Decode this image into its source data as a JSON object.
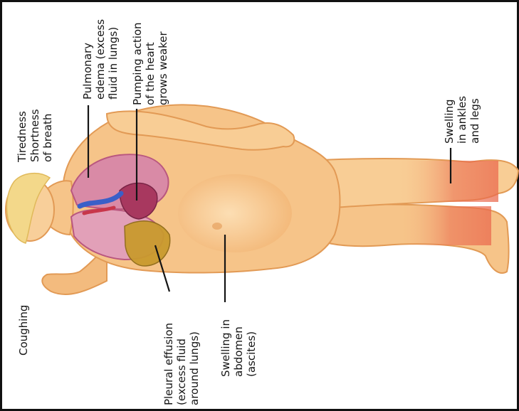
{
  "labels": {
    "tiredness": [
      "Tiredness",
      "Shortness",
      "of breath"
    ],
    "coughing": [
      "Coughing"
    ],
    "pulmonary_edema": [
      "Pulmonary",
      "edema (excess",
      "fluid in lungs)"
    ],
    "pumping_action": [
      "Pumping action",
      "of the heart",
      "grows weaker"
    ],
    "pleural_effusion": [
      "Pleural effusion",
      "(excess fluid",
      "around lungs)"
    ],
    "swelling_abdomen": [
      "Swelling in",
      "abdomen",
      "(ascites)"
    ],
    "swelling_legs": [
      "Swelling",
      "in ankles",
      "and legs"
    ]
  },
  "colors": {
    "skin": "#f6c489",
    "skin_shadow": "#e99a52",
    "skin_light": "#fde1b8",
    "leg_redness": "#ea6a4e",
    "lungs": "#d98aa6",
    "lungs_dark": "#b9577f",
    "heart": "#a8385f",
    "vessel_blue": "#3a5fc8",
    "vessel_red": "#c8364a",
    "pleural_fluid": "#c99a2e",
    "hair": "#f3d88a",
    "border": "#111111"
  }
}
